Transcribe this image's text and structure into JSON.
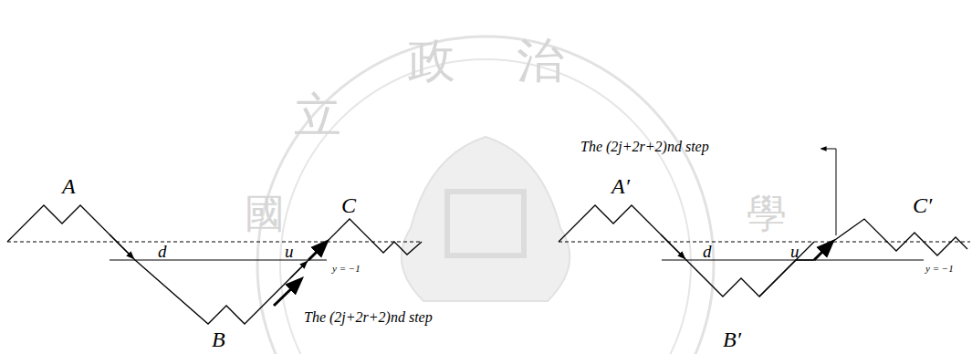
{
  "diagram": {
    "labels": [
      "A",
      "B",
      "C",
      "d",
      "u",
      "y = −1",
      "The (2j+2r+2)nd step",
      "A′",
      "B′",
      "C′",
      "d",
      "u",
      "y = −1",
      "The (2j+2r+2)nd step",
      "國",
      "立",
      "政",
      "治",
      "學"
    ]
  }
}
